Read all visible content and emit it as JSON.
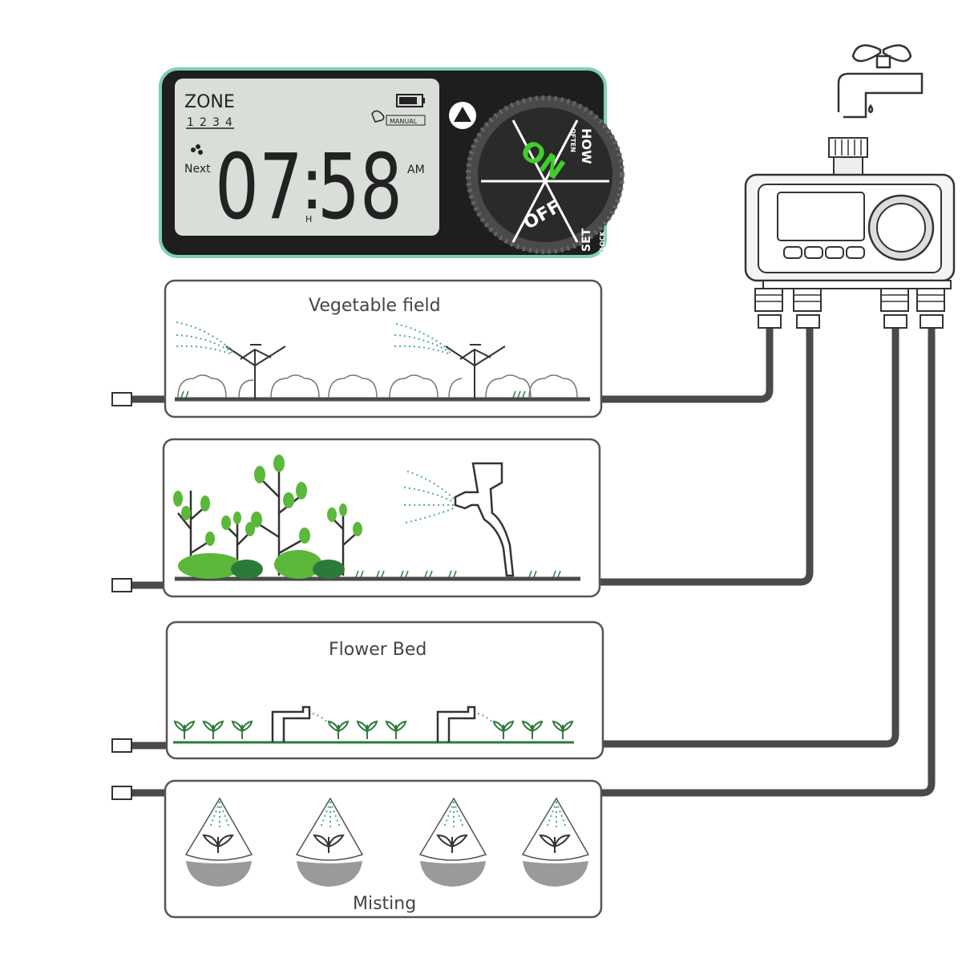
{
  "lcd": {
    "zone_label": "ZONE",
    "zones": [
      "1",
      "2",
      "3",
      "4"
    ],
    "manual_label": "MANUAL",
    "next_label": "Next",
    "time_hours": "07",
    "time_minutes": "58",
    "time_separator": ":",
    "h_label": "H",
    "ampm": "AM",
    "lcd_color": "#d9ded9",
    "border_color": "#7fcfb4"
  },
  "dial": {
    "on_label": "ON",
    "off_label": "OFF",
    "how_often_label": "HOW",
    "often_label": "OFTEN",
    "set_label": "SET",
    "clock_label": "CLOCK",
    "on_color": "#3ecf2a"
  },
  "zones": [
    {
      "title": "Vegetable field"
    },
    {
      "title": ""
    },
    {
      "title": "Flower Bed"
    },
    {
      "title": "Misting"
    }
  ],
  "colors": {
    "hose": "#4a4a4a",
    "box_border": "#555555",
    "spray": "#4fa9a0",
    "plant_green": "#5bb83a",
    "plant_dark": "#2c7a3a"
  }
}
